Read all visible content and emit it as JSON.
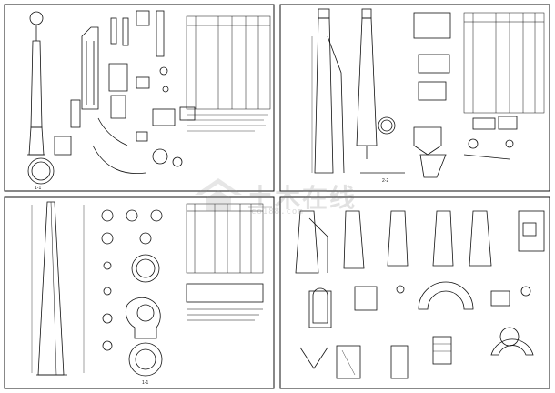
{
  "watermark": {
    "text": "土木在线",
    "sub": "co188.com"
  },
  "colors": {
    "ink": "#111111",
    "background": "#ffffff",
    "watermark": "#b5b5b5"
  },
  "panels": [
    {
      "id": "top-left",
      "label": "1-1"
    },
    {
      "id": "top-right",
      "label": "2-2"
    },
    {
      "id": "bottom-left",
      "label": "1-1"
    },
    {
      "id": "bottom-right",
      "label": ""
    }
  ]
}
